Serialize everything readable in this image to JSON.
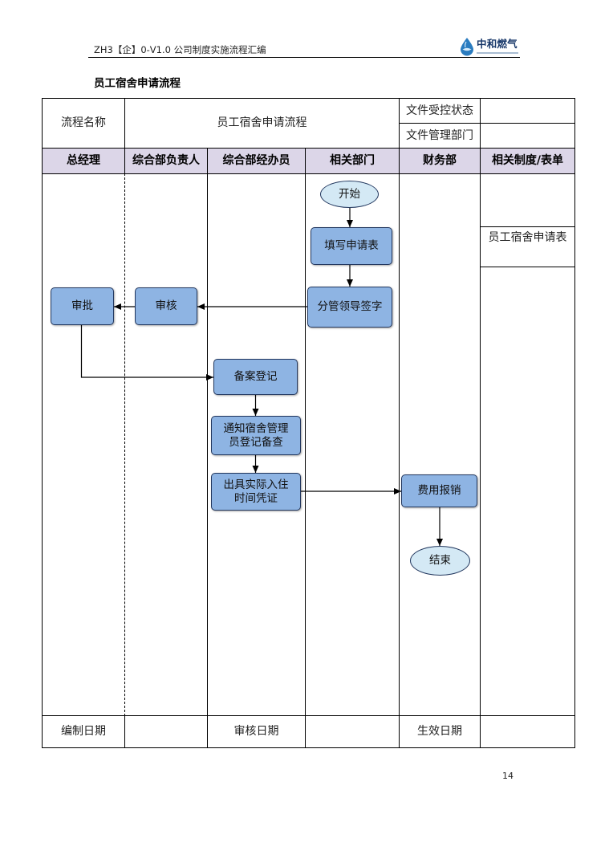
{
  "header": {
    "doc_code": "ZH3【企】0-V1.0 公司制度实施流程汇编",
    "logo_text": "中和燃气",
    "logo_icon": "droplet-icon"
  },
  "title": "员工宿舍申请流程",
  "info": {
    "process_name_label": "流程名称",
    "process_name": "员工宿舍申请流程",
    "control_status_label": "文件受控状态",
    "mgmt_dept_label": "文件管理部门"
  },
  "lanes": [
    "总经理",
    "综合部负责人",
    "综合部经办员",
    "相关部门",
    "财务部",
    "相关制度/表单"
  ],
  "flow": {
    "start": "开始",
    "fill_form": "填写申请表",
    "leader_sign": "分管领导签字",
    "review": "审核",
    "approve": "审批",
    "record": "备案登记",
    "notify": [
      "通知宿舍管理",
      "员登记备查"
    ],
    "certificate": [
      "出具实际入住",
      "时间凭证"
    ],
    "reimburse": "费用报销",
    "end": "结束"
  },
  "forms": [
    "员工宿舍申请表"
  ],
  "footer": {
    "compiled_date_label": "编制日期",
    "review_date_label": "审核日期",
    "effective_date_label": "生效日期"
  },
  "page_number": "14",
  "colors": {
    "lane_header_bg": "#dcd6e8",
    "process_box_fill": "#8eb4e3",
    "terminal_fill": "#d4e9f5",
    "shape_border": "#22375e",
    "logo_blue": "#2a7cc0",
    "logo_text": "#18386a"
  }
}
